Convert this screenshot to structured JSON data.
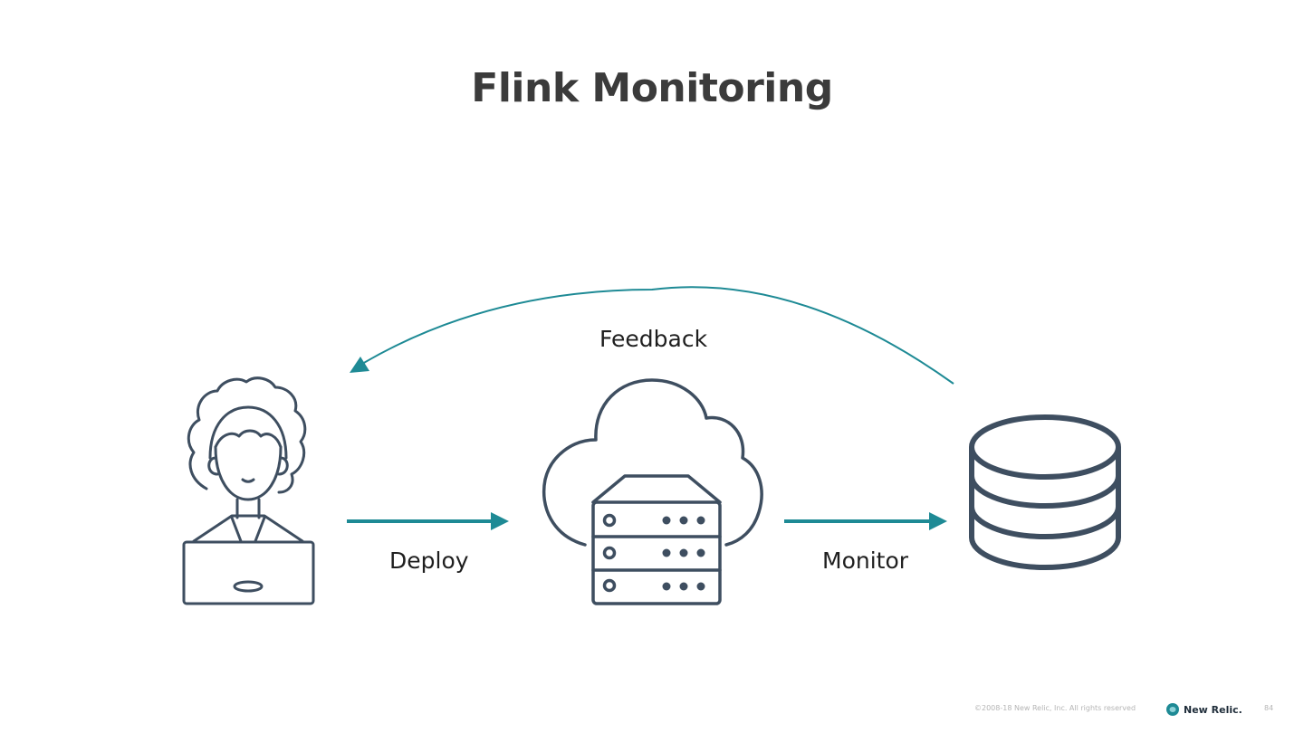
{
  "slide": {
    "title": "Flink Monitoring",
    "nodes": [
      {
        "id": "developer",
        "icon": "developer-with-laptop-icon"
      },
      {
        "id": "cloud-server",
        "icon": "cloud-server-icon"
      },
      {
        "id": "database",
        "icon": "database-icon"
      }
    ],
    "edges": [
      {
        "from": "developer",
        "to": "cloud-server",
        "label": "Deploy"
      },
      {
        "from": "cloud-server",
        "to": "database",
        "label": "Monitor"
      },
      {
        "from": "database",
        "to": "developer",
        "label": "Feedback"
      }
    ],
    "colors": {
      "icon_stroke": "#3e4e60",
      "arrow": "#1e8a95",
      "title": "#3b3b3b"
    }
  },
  "footer": {
    "copyright": "©2008-18 New Relic, Inc. All rights reserved",
    "brand": "New Relic.",
    "page_number": "84"
  }
}
